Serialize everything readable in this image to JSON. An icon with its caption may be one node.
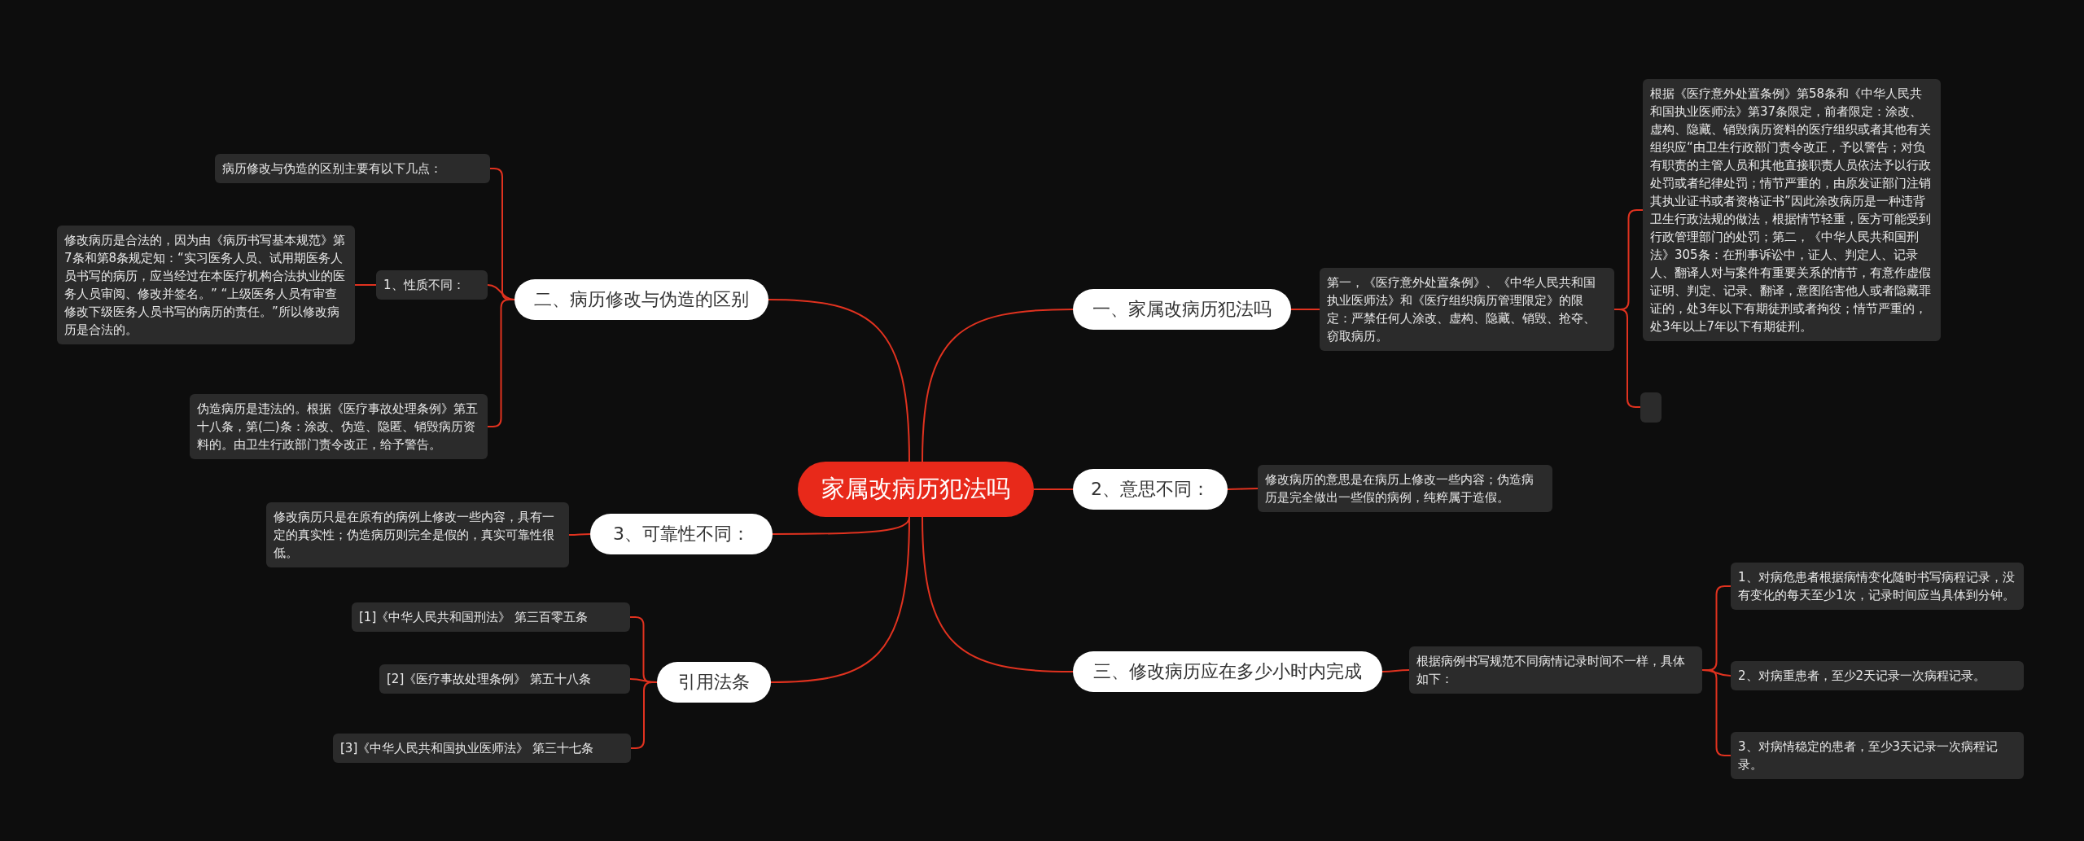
{
  "diagram": {
    "nodes": [
      {
        "text": [
          "家属改病历犯法吗"
        ]
      },
      {
        "text": [
          "一、家属改病历犯法吗"
        ]
      },
      {
        "text": [
          "第一，《医疗意外处置条例》、《中华人民共和国执业医师法》和《医疗组织病历管理限定》的限定：严禁任何人涂改、虚构、隐藏、销毁、抢夺、窃取病历。"
        ]
      },
      {
        "text": [
          "根据《医疗意外处置条例》第58条和《中华人民共和国执业医师法》第37条限定，前者限定：涂改、虚构、隐藏、销毁病历资料的医疗组织或者其他有关组织应“由卫生行政部门责令改正，予以警告；对负有职责的主管人员和其他直接职责人员依法予以行政处罚或者纪律处罚；情节严重的，由原发证部门注销其执业证书或者资格证书”因此涂改病历是一种违背卫生行政法规的做法，根据情节轻重，医方可能受到行政管理部门的处罚；第二，《中华人民共和国刑法》305条：在刑事诉讼中，证人、判定人、记录人、翻译人对与案件有重要关系的情节，有意作虚假证明、判定、记录、翻译，意图陷害他人或者隐藏罪证的，处3年以下有期徒刑或者拘役；情节严重的，处3年以上7年以下有期徒刑。"
        ]
      },
      {
        "text": [],
        "shape": "box"
      },
      {
        "text": [
          "2、意思不同："
        ]
      },
      {
        "text": [
          "修改病历的意思是在病历上修改一些内容；伪造病历是完全做出一些假的病例，纯粹属于造假。"
        ]
      },
      {
        "text": [
          "三、修改病历应在多少小时内完成"
        ]
      },
      {
        "text": [
          "根据病例书写规范不同病情记录时间不一样，具体如下："
        ]
      },
      {
        "text": [
          "1、对病危患者根据病情变化随时书写病程记录，没有变化的每天至少1次，记录时间应当具体到分钟。"
        ]
      },
      {
        "text": [
          "2、对病重患者，至少2天记录一次病程记录。"
        ]
      },
      {
        "text": [
          "3、对病情稳定的患者，至少3天记录一次病程记录。"
        ]
      },
      {
        "text": [
          "二、病历修改与伪造的区别"
        ]
      },
      {
        "text": [
          "病历修改与伪造的区别主要有以下几点："
        ]
      },
      {
        "text": [
          "1、性质不同："
        ]
      },
      {
        "text": [
          "修改病历是合法的，因为由《病历书写基本规范》第7条和第8条规定知：“实习医务人员、试用期医务人员书写的病历，应当经过在本医疗机构合法执业的医务人员审阅、修改并签名。” “上级医务人员有审查修改下级医务人员书写的病历的责任。”所以修改病历是合法的。"
        ]
      },
      {
        "text": [
          "伪造病历是违法的。根据《医疗事故处理条例》第五十八条，第(二)条：涂改、伪造、隐匿、销毁病历资料的。由卫生行政部门责令改正，给予警告。"
        ]
      },
      {
        "text": [
          "3、可靠性不同："
        ]
      },
      {
        "text": [
          "修改病历只是在原有的病例上修改一些内容，具有一定的真实性；伪造病历则完全是假的，真实可靠性很低。"
        ]
      },
      {
        "text": [
          "引用法条"
        ]
      },
      {
        "text": [
          "[1]《中华人民共和国刑法》 第三百零五条"
        ]
      },
      {
        "text": [
          "[2]《医疗事故处理条例》 第五十八条"
        ]
      },
      {
        "text": [
          "[3]《中华人民共和国执业医师法》 第三十七条"
        ]
      }
    ],
    "edges": [
      {
        "from": 0,
        "to": 1,
        "arrow": "none"
      },
      {
        "from": 1,
        "to": 2,
        "arrow": "none"
      },
      {
        "from": 2,
        "to": 3,
        "arrow": "none"
      },
      {
        "from": 2,
        "to": 4,
        "arrow": "none"
      },
      {
        "from": 0,
        "to": 5,
        "arrow": "none"
      },
      {
        "from": 5,
        "to": 6,
        "arrow": "none"
      },
      {
        "from": 0,
        "to": 7,
        "arrow": "none"
      },
      {
        "from": 7,
        "to": 8,
        "arrow": "none"
      },
      {
        "from": 8,
        "to": 9,
        "arrow": "none"
      },
      {
        "from": 8,
        "to": 10,
        "arrow": "none"
      },
      {
        "from": 8,
        "to": 11,
        "arrow": "none"
      },
      {
        "from": 0,
        "to": 12,
        "arrow": "none"
      },
      {
        "from": 12,
        "to": 13,
        "arrow": "none"
      },
      {
        "from": 12,
        "to": 14,
        "arrow": "none"
      },
      {
        "from": 14,
        "to": 15,
        "arrow": "none"
      },
      {
        "from": 12,
        "to": 16,
        "arrow": "none"
      },
      {
        "from": 0,
        "to": 17,
        "arrow": "none"
      },
      {
        "from": 17,
        "to": 18,
        "arrow": "none"
      },
      {
        "from": 0,
        "to": 19,
        "arrow": "none"
      },
      {
        "from": 19,
        "to": 20,
        "arrow": "none"
      },
      {
        "from": 19,
        "to": 21,
        "arrow": "none"
      },
      {
        "from": 19,
        "to": 22,
        "arrow": "none"
      }
    ]
  }
}
